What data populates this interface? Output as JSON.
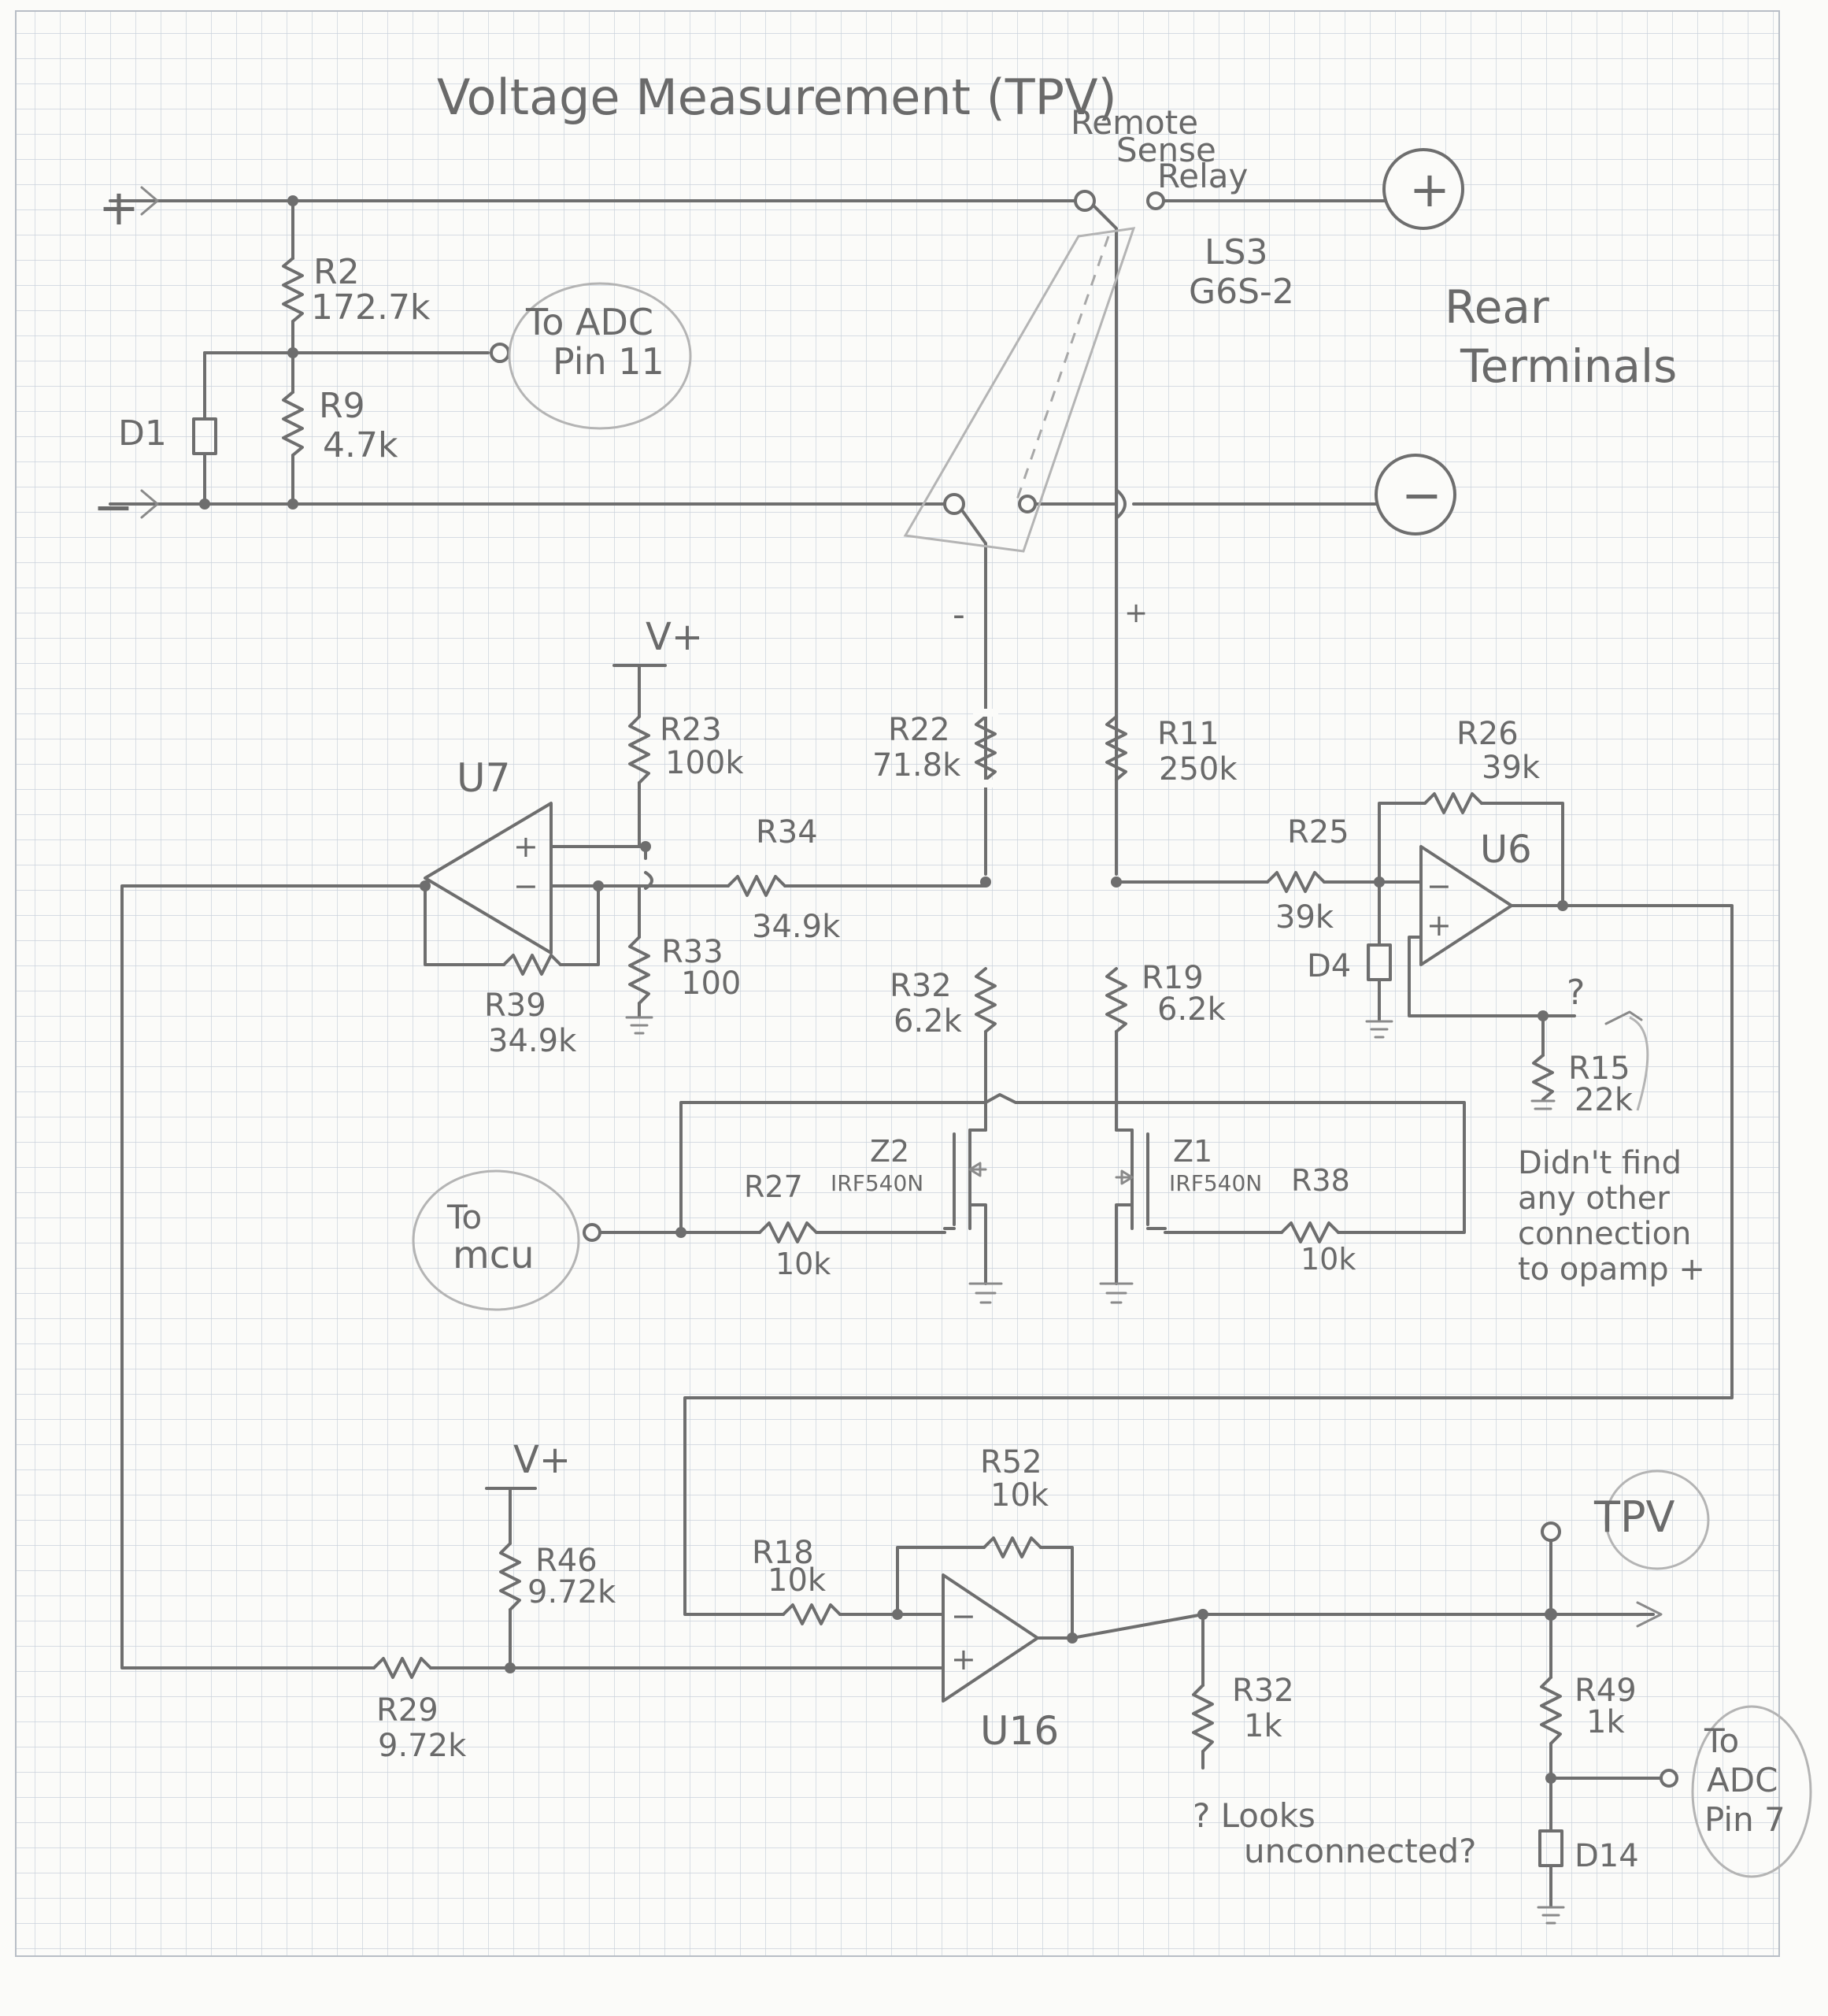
{
  "title": "Voltage Measurement (TPV)",
  "inputs": {
    "plus": "+",
    "minus": "−"
  },
  "relay": {
    "label_line1": "Remote",
    "label_line2": "Sense",
    "label_line3": "Relay",
    "ref": "LS3",
    "part": "G6S-2"
  },
  "rear_terminals": {
    "line1": "Rear",
    "line2": "Terminals",
    "plus": "+",
    "minus": "−"
  },
  "polarity": {
    "minus": "-",
    "plus": "+"
  },
  "vplus": "V+",
  "adc11": {
    "line1": "To ADC",
    "line2": "Pin 11"
  },
  "adc7": {
    "line1": "To",
    "line2": "ADC",
    "line3": "Pin 7"
  },
  "mcu": {
    "line1": "To",
    "line2": "mcu"
  },
  "tpv": "TPV",
  "opamps": {
    "u7": "U7",
    "u6": "U6",
    "u16": "U16",
    "plus": "+",
    "minus": "−"
  },
  "diodes": {
    "d1": "D1",
    "d4": "D4",
    "d14": "D14"
  },
  "mosfets": {
    "z1": {
      "ref": "Z1",
      "part": "IRF540N"
    },
    "z2": {
      "ref": "Z2",
      "part": "IRF540N"
    }
  },
  "resistors": {
    "r2": {
      "ref": "R2",
      "value": "172.7k"
    },
    "r9": {
      "ref": "R9",
      "value": "4.7k"
    },
    "r23": {
      "ref": "R23",
      "value": "100k"
    },
    "r33": {
      "ref": "R33",
      "value": "100"
    },
    "r34": {
      "ref": "R34",
      "value": "34.9k"
    },
    "r39": {
      "ref": "R39",
      "value": "34.9k"
    },
    "r22": {
      "ref": "R22",
      "value": "71.8k"
    },
    "r32a": {
      "ref": "R32",
      "value": "6.2k"
    },
    "r11": {
      "ref": "R11",
      "value": "250k"
    },
    "r19": {
      "ref": "R19",
      "value": "6.2k"
    },
    "r25": {
      "ref": "R25",
      "value": "39k"
    },
    "r26": {
      "ref": "R26",
      "value": "39k"
    },
    "r15": {
      "ref": "R15",
      "value": "22k"
    },
    "r27": {
      "ref": "R27",
      "value": "10k"
    },
    "r38": {
      "ref": "R38",
      "value": "10k"
    },
    "r46": {
      "ref": "R46",
      "value": "9.72k"
    },
    "r29": {
      "ref": "R29",
      "value": "9.72k"
    },
    "r18": {
      "ref": "R18",
      "value": "10k"
    },
    "r52": {
      "ref": "R52",
      "value": "10k"
    },
    "r32b": {
      "ref": "R32",
      "value": "1k"
    },
    "r49": {
      "ref": "R49",
      "value": "1k"
    }
  },
  "notes": {
    "q_mark": "?",
    "opamp_note": [
      "Didn't find",
      "any other",
      "connection",
      "to opamp +"
    ],
    "unconnected": [
      "? Looks",
      "unconnected?"
    ]
  }
}
